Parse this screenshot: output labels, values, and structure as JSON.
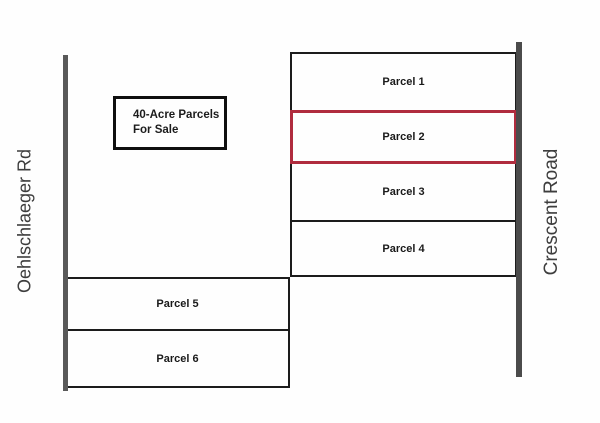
{
  "legend": {
    "line1": "40-Acre Parcels",
    "line2": "For Sale"
  },
  "roads": {
    "left_label": "Oehlschlaeger Rd",
    "right_label": "Crescent Road"
  },
  "parcels": [
    {
      "label": "Parcel 1",
      "highlighted": false
    },
    {
      "label": "Parcel 2",
      "highlighted": true
    },
    {
      "label": "Parcel 3",
      "highlighted": false
    },
    {
      "label": "Parcel 4",
      "highlighted": false
    },
    {
      "label": "Parcel 5",
      "highlighted": false
    },
    {
      "label": "Parcel 6",
      "highlighted": false
    }
  ],
  "colors": {
    "highlight_border": "#b02c3e",
    "parcel_border": "#1c1c1c",
    "road_gray": "#555555",
    "background": "#fefefe"
  }
}
